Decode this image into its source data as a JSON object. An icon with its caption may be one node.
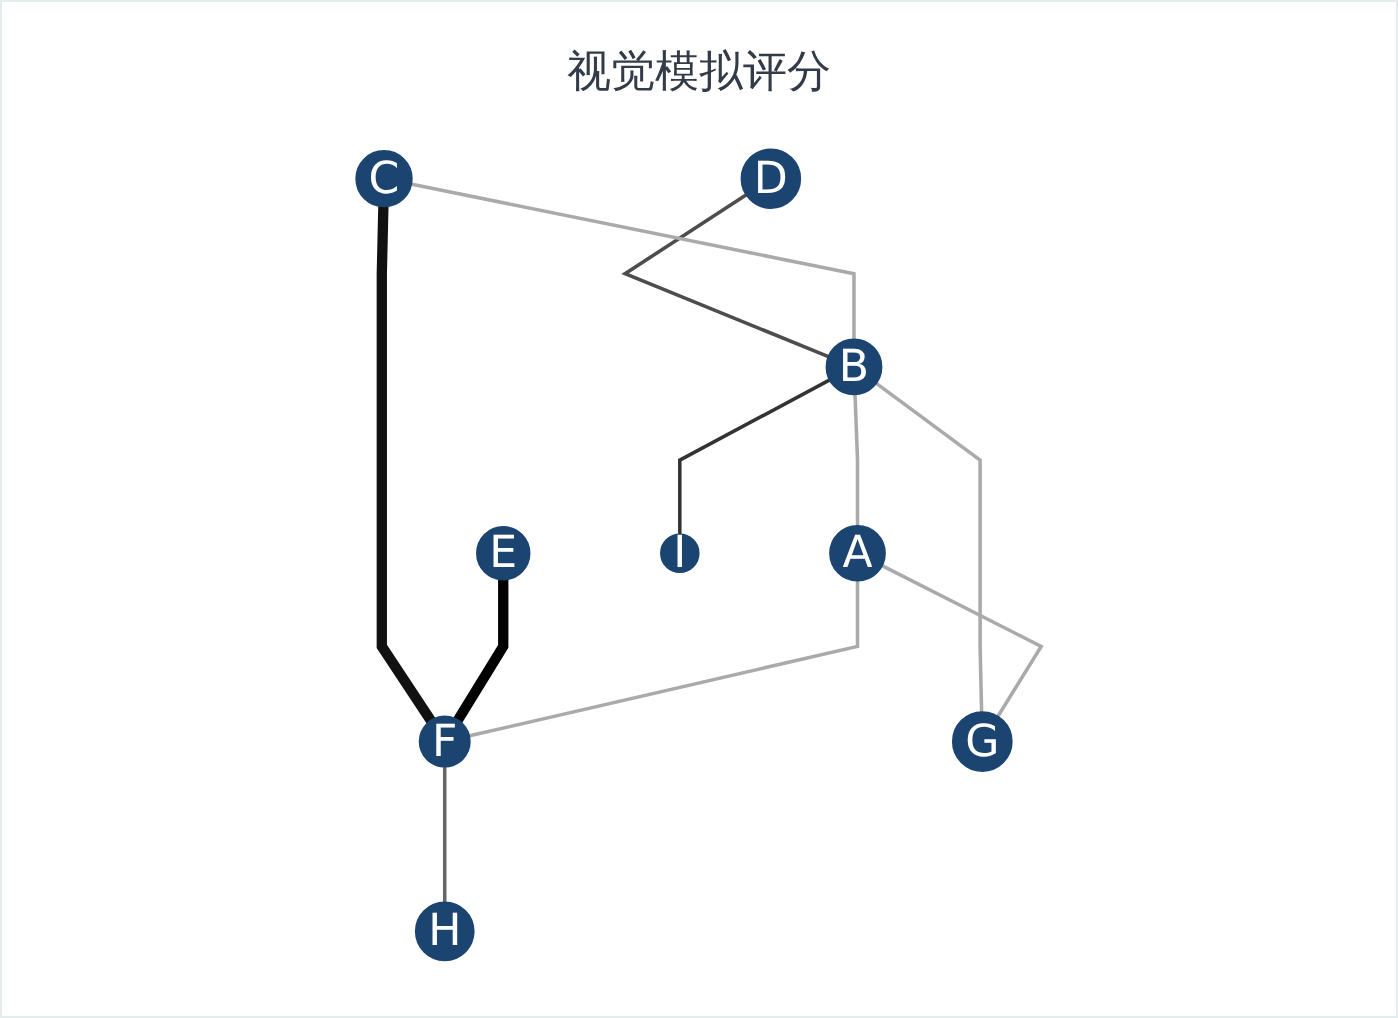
{
  "diagram": {
    "title": "视觉模拟评分",
    "nodes": [
      {
        "text": [
          "C"
        ]
      },
      {
        "text": [
          "D"
        ]
      },
      {
        "text": [
          "B"
        ]
      },
      {
        "text": [
          "E"
        ]
      },
      {
        "text": [
          "A"
        ]
      },
      {
        "text": [
          "F"
        ]
      },
      {
        "text": [
          "I"
        ]
      },
      {
        "text": [
          "G"
        ]
      },
      {
        "text": [
          "H"
        ]
      }
    ],
    "edges": [
      {
        "from": 1,
        "to": 2,
        "arrow": "none",
        "color": "#4d4d4d"
      },
      {
        "from": 0,
        "to": 2,
        "arrow": "none"
      },
      {
        "from": 0,
        "to": 5,
        "arrow": "none",
        "style": "thick",
        "color": "#111111"
      },
      {
        "from": 3,
        "to": 5,
        "arrow": "none",
        "style": "thick",
        "color": "#000000"
      },
      {
        "from": 2,
        "to": 4,
        "arrow": "none"
      },
      {
        "from": 2,
        "to": 6,
        "arrow": "none",
        "color": "#333333"
      },
      {
        "from": 2,
        "to": 7,
        "arrow": "none"
      },
      {
        "from": 4,
        "to": 5,
        "arrow": "none"
      },
      {
        "from": 4,
        "to": 7,
        "arrow": "none"
      },
      {
        "from": 5,
        "to": 8,
        "arrow": "none",
        "color": "#666666"
      }
    ]
  }
}
